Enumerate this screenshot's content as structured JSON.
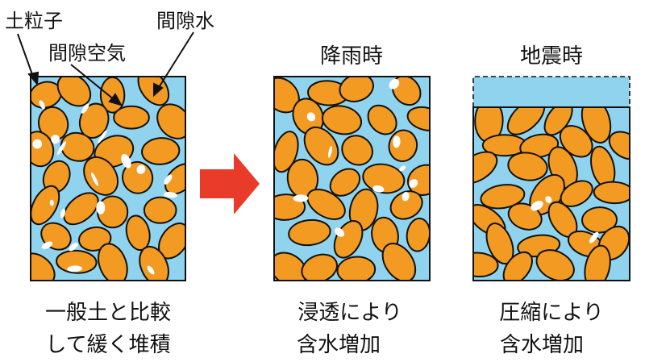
{
  "labels": {
    "soil_particle": "土粒子",
    "pore_water": "間隙水",
    "pore_air": "間隙空気"
  },
  "panels": [
    {
      "id": "normal",
      "title": "",
      "caption_line1": "一般土と比較",
      "caption_line2": "して緩く堆積"
    },
    {
      "id": "rain",
      "title": "降雨時",
      "caption_line1": "浸透により",
      "caption_line2": "含水増加"
    },
    {
      "id": "quake",
      "title": "地震時",
      "caption_line1": "圧縮により",
      "caption_line2": "含水増加"
    }
  ],
  "colors": {
    "water": "#8fd3ef",
    "particle": "#f39a22",
    "outline": "#111111",
    "arrow": "#e83b2a",
    "air": "#ffffff"
  }
}
